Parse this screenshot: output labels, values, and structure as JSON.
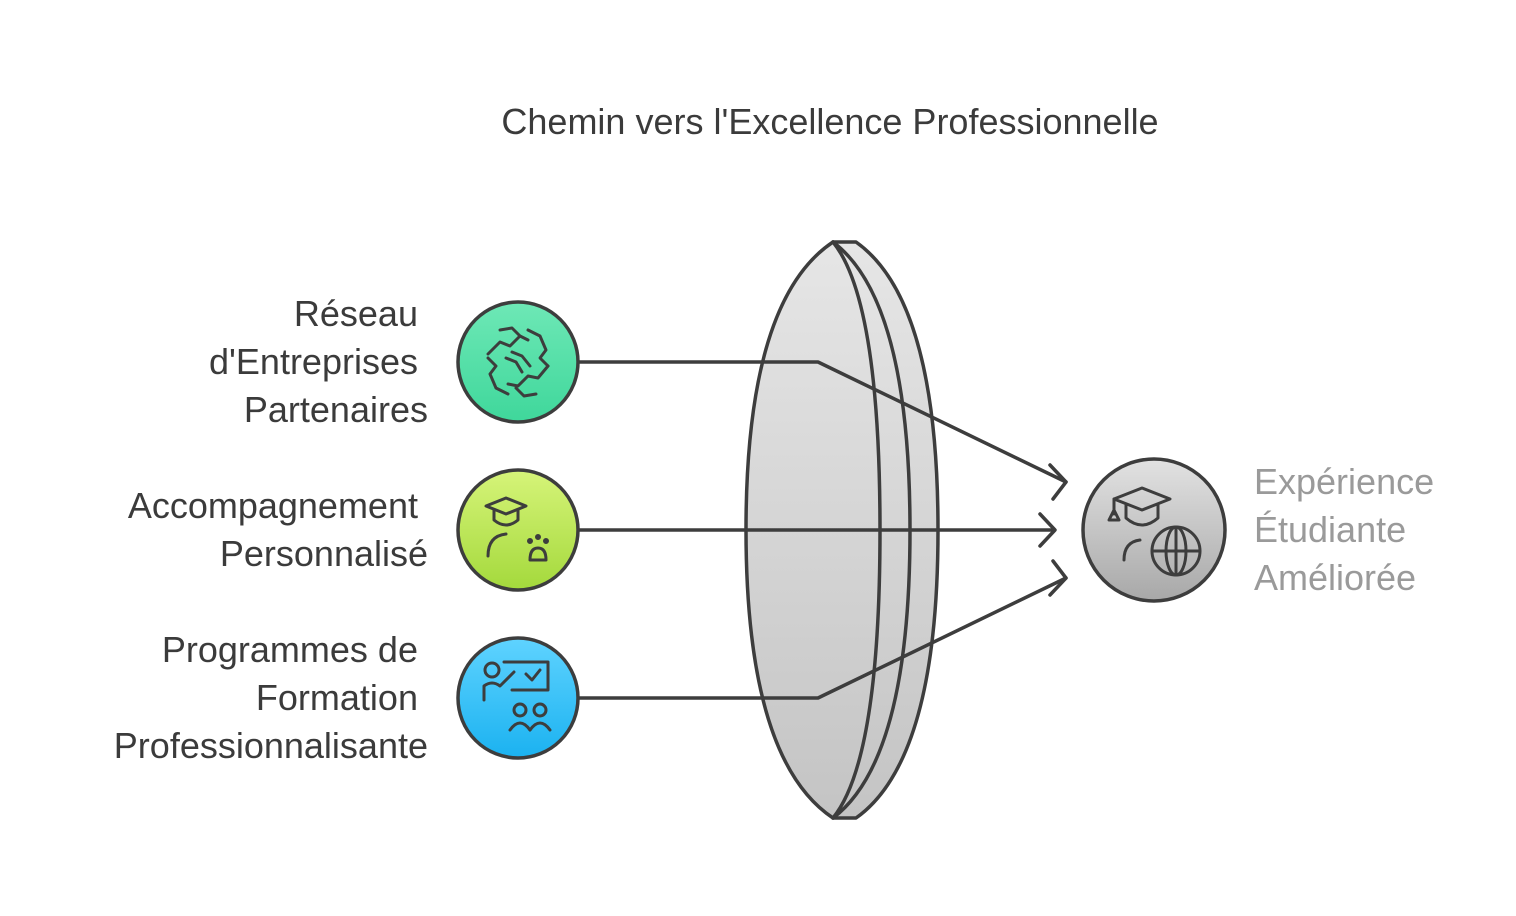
{
  "title": "Chemin vers l'Excellence Professionnelle",
  "inputs": [
    {
      "lines": [
        "Réseau",
        "d'Entreprises",
        "Partenaires"
      ],
      "icon": "handshake-icon",
      "color_top": "#6ee8b6",
      "color_bottom": "#3fd79b"
    },
    {
      "lines": [
        "Accompagnement",
        "Personnalisé"
      ],
      "icon": "mentor-icon",
      "color_top": "#d6f479",
      "color_bottom": "#a4d93c"
    },
    {
      "lines": [
        "Programmes de",
        "Formation",
        "Professionnalisante"
      ],
      "icon": "teaching-icon",
      "color_top": "#5fd3ff",
      "color_bottom": "#1bb2f0"
    }
  ],
  "output": {
    "lines": [
      "Expérience",
      "Étudiante",
      "Améliorée"
    ],
    "icon": "graduate-globe-icon",
    "color_top": "#e2e2e2",
    "color_bottom": "#a8a8a8"
  },
  "lens": {
    "icon": "lens-icon",
    "color_top": "#e6e6e6",
    "color_bottom": "#c4c4c4"
  }
}
